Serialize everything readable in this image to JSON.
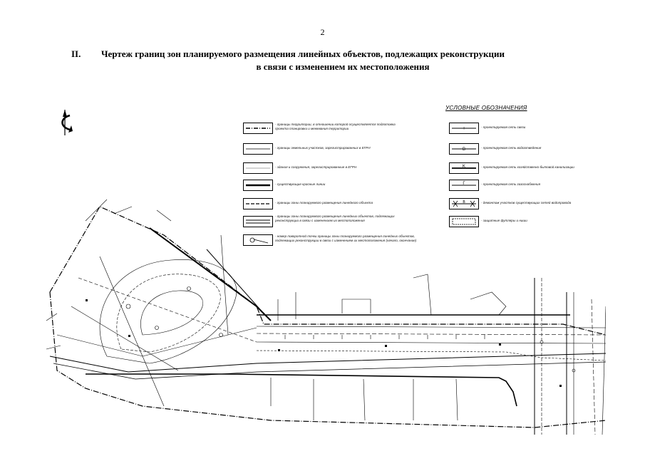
{
  "page_number": "2",
  "heading": {
    "number": "II.",
    "line1": "Чертеж границ зон планируемого размещения линейных объектов, подлежащих реконструкции",
    "line2": "в связи с изменением их местоположения"
  },
  "legend": {
    "title": "УСЛОВНЫЕ ОБОЗНАЧЕНИЯ",
    "left_items": [
      "- границы территории, в отношении которой осуществляется подготовка проекта планировки и межевания территории",
      "- границы земельных участков, зарегистрированных в ЕГРН",
      "- здания и сооружения, зарегистрированные в ЕГРН",
      "- существующие красные линии",
      "- границы зоны планируемого размещения линейного объекта",
      "- границы зоны планируемого размещения линейных объектов, подлежащих реконструкции в связи с изменением их местоположения",
      "- номер поворотной точки границы зоны планируемого размещения линейных объектов, подлежащих реконструкции в связи с изменением их местоположения (начало, окончание)"
    ],
    "right_items": [
      "- проектируемая сеть связи",
      "- проектируемая сеть водоотведения",
      "- проектируемая сеть хозяйственно-бытовой канализации",
      "- проектируемая сеть газоснабжения",
      "- демонтаж участков существующих сетей водопровода",
      "- защитные футляры и ниши"
    ],
    "right_symbol_marks": [
      "+",
      "B",
      "K",
      "Г",
      "B"
    ]
  },
  "icons": {
    "north_arrow": "north-arrow-icon",
    "plan": "site-plan-drawing"
  }
}
